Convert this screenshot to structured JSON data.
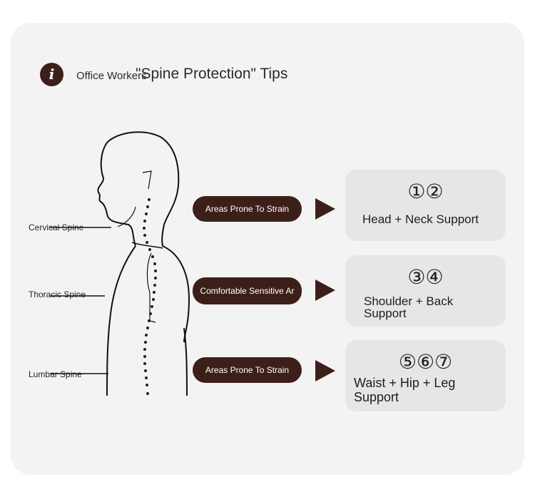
{
  "header": {
    "icon": "info-icon",
    "icon_glyph": "i",
    "subtitle": "Office Workers",
    "title": "\"Spine Protection\" Tips"
  },
  "spine_labels": [
    "Cervical Spine",
    "Thoracic Spine",
    "Lumbar Spine"
  ],
  "pills": [
    "Areas Prone To Strain",
    "Comfortable Sensitive Ar",
    "Areas Prone To Strain"
  ],
  "boxes": [
    {
      "numbers": "①②",
      "label": "Head + Neck Support"
    },
    {
      "numbers": "③④",
      "label": "Shoulder + Back Support"
    },
    {
      "numbers": "⑤⑥⑦",
      "label": "Waist + Hip + Leg Support"
    }
  ],
  "colors": {
    "accent": "#3d1f1a",
    "card": "#f3f3f3",
    "box": "#e6e6e6"
  }
}
